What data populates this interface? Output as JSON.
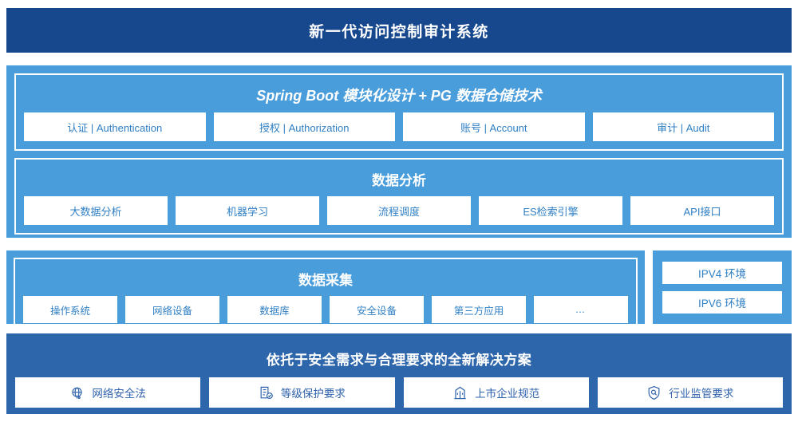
{
  "header": {
    "title": "新一代访问控制审计系统"
  },
  "platform": {
    "title": "Spring Boot 模块化设计 + PG 数据仓储技术",
    "items": [
      {
        "label": "认证 | Authentication"
      },
      {
        "label": "授权 | Authorization"
      },
      {
        "label": "账号 | Account"
      },
      {
        "label": "审计 | Audit"
      }
    ]
  },
  "analysis": {
    "title": "数据分析",
    "items": [
      {
        "label": "大数据分析"
      },
      {
        "label": "机器学习"
      },
      {
        "label": "流程调度"
      },
      {
        "label": "ES检索引擎"
      },
      {
        "label": "API接口"
      }
    ]
  },
  "collection": {
    "title": "数据采集",
    "items": [
      {
        "label": "操作系统"
      },
      {
        "label": "网络设备"
      },
      {
        "label": "数据库"
      },
      {
        "label": "安全设备"
      },
      {
        "label": "第三方应用"
      },
      {
        "label": "…"
      }
    ]
  },
  "environment": {
    "items": [
      {
        "label": "IPV4 环境"
      },
      {
        "label": "IPV6 环境"
      }
    ]
  },
  "compliance": {
    "title": "依托于安全需求与合理要求的全新解决方案",
    "items": [
      {
        "label": "网络安全法",
        "icon": "globe-icon"
      },
      {
        "label": "等级保护要求",
        "icon": "document-check-icon"
      },
      {
        "label": "上市企业规范",
        "icon": "building-icon"
      },
      {
        "label": "行业监管要求",
        "icon": "shield-search-icon"
      }
    ]
  },
  "colors": {
    "header_blue": "#17488d",
    "light_blue": "#4a9ddb",
    "dark_blue": "#2e66ab",
    "chip_text": "#2f7fc4",
    "chip_text_dark": "#2f62ab",
    "white": "#ffffff"
  }
}
